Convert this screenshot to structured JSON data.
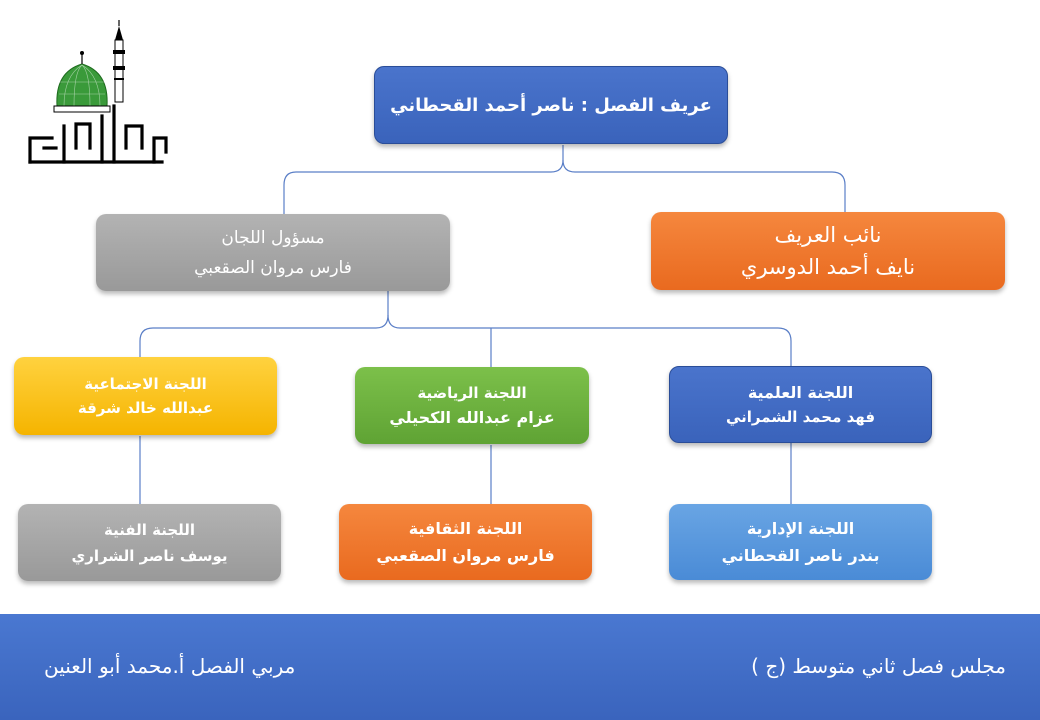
{
  "head": {
    "title": "عريف الفصل : ناصر أحمد القحطاني"
  },
  "deputy": {
    "role": "نائب العريف",
    "name": "نايف أحمد الدوسري"
  },
  "committees_lead": {
    "role": "مسؤول اللجان",
    "name": "فارس مروان الصقعبي"
  },
  "committees": {
    "scientific": {
      "role": "اللجنة العلمية",
      "name": "فهد محمد الشمراني"
    },
    "sports": {
      "role": "اللجنة الرياضية",
      "name": "عزام عبدالله الكحيلي"
    },
    "social": {
      "role": "اللجنة الاجتماعية",
      "name": "عبدالله خالد شرقة"
    },
    "administrative": {
      "role": "اللجنة الإدارية",
      "name": "بندر ناصر القحطاني"
    },
    "cultural": {
      "role": "اللجنة الثقافية",
      "name": "فارس مروان الصقعبي"
    },
    "technical": {
      "role": "اللجنة الفنية",
      "name": "يوسف ناصر الشراري"
    }
  },
  "footer": {
    "council": "مجلس فصل ثاني متوسط (ج )",
    "supervisor": "مربي الفصل أ.محمد أبو العنين"
  },
  "logo": {
    "text": "مدارس الأنصار",
    "dome_color": "#3a9a3a",
    "line_color": "#000000"
  },
  "colors": {
    "head": "#3a63bb",
    "gray": "#a6a6a6",
    "orange": "#ee7127",
    "yellow": "#fbc10f",
    "green": "#6cb33f",
    "light_blue": "#5b9ade",
    "footer": "#3f6cc7",
    "connector": "#5b7fc7"
  }
}
